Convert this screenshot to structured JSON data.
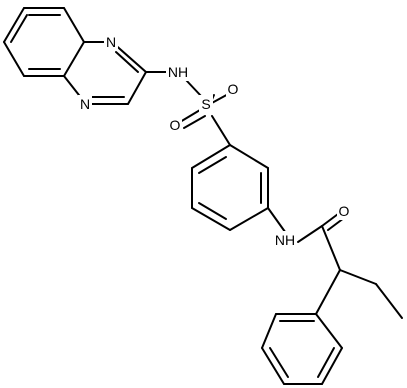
{
  "diagram": {
    "type": "chemical-structure",
    "colors": {
      "bond": "#000000",
      "label": "#000000",
      "background": "#ffffff"
    },
    "atoms": {
      "n1": "N",
      "n4": "N",
      "nh_sulfonamide": "NH",
      "s": "S",
      "o1": "O",
      "o2": "O",
      "nh_amide": "NH",
      "o_carbonyl": "O"
    }
  }
}
